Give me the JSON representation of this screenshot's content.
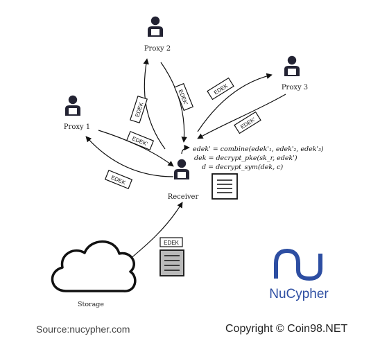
{
  "nodes": {
    "proxy1": "Proxy 1",
    "proxy2": "Proxy 2",
    "proxy3": "Proxy 3",
    "receiver": "Receiver",
    "storage": "Storage"
  },
  "edge_tags": {
    "proxy2_up": "EDEK",
    "proxy2_down": "EDEK'",
    "proxy1_in": "EDEK'",
    "proxy1_out": "EDEK",
    "proxy3_out": "EDEK",
    "proxy3_in": "EDEK'",
    "storage_file": "EDEK"
  },
  "equations": {
    "line1": "edek' = combine(edek'₁, edek'₂, edek'₃)",
    "line2": "dek = decrypt_pke(sk_r, edek')",
    "line3": "d = decrypt_sym(dek, c)"
  },
  "logo": {
    "text": "NuCypher",
    "color": "#2d4ea2"
  },
  "footer": {
    "source": "Source:nucypher.com",
    "copyright": "Copyright © Coin98.NET"
  },
  "colors": {
    "person_icon": "#232333",
    "line": "#111111"
  }
}
